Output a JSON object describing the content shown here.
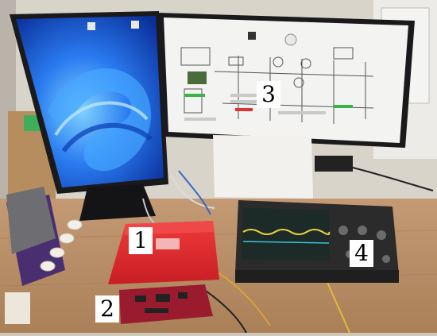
{
  "labels": {
    "device_1": "1",
    "device_2": "2",
    "device_3": "3",
    "device_4": "4"
  },
  "colors": {
    "wall": "#d9d4ca",
    "desk": "#b88d66",
    "red_device": "#e0282e",
    "windows_blue": "#1f5fe0",
    "scope_body": "#2b2b2b",
    "scope_trace": "#f0d23a"
  }
}
